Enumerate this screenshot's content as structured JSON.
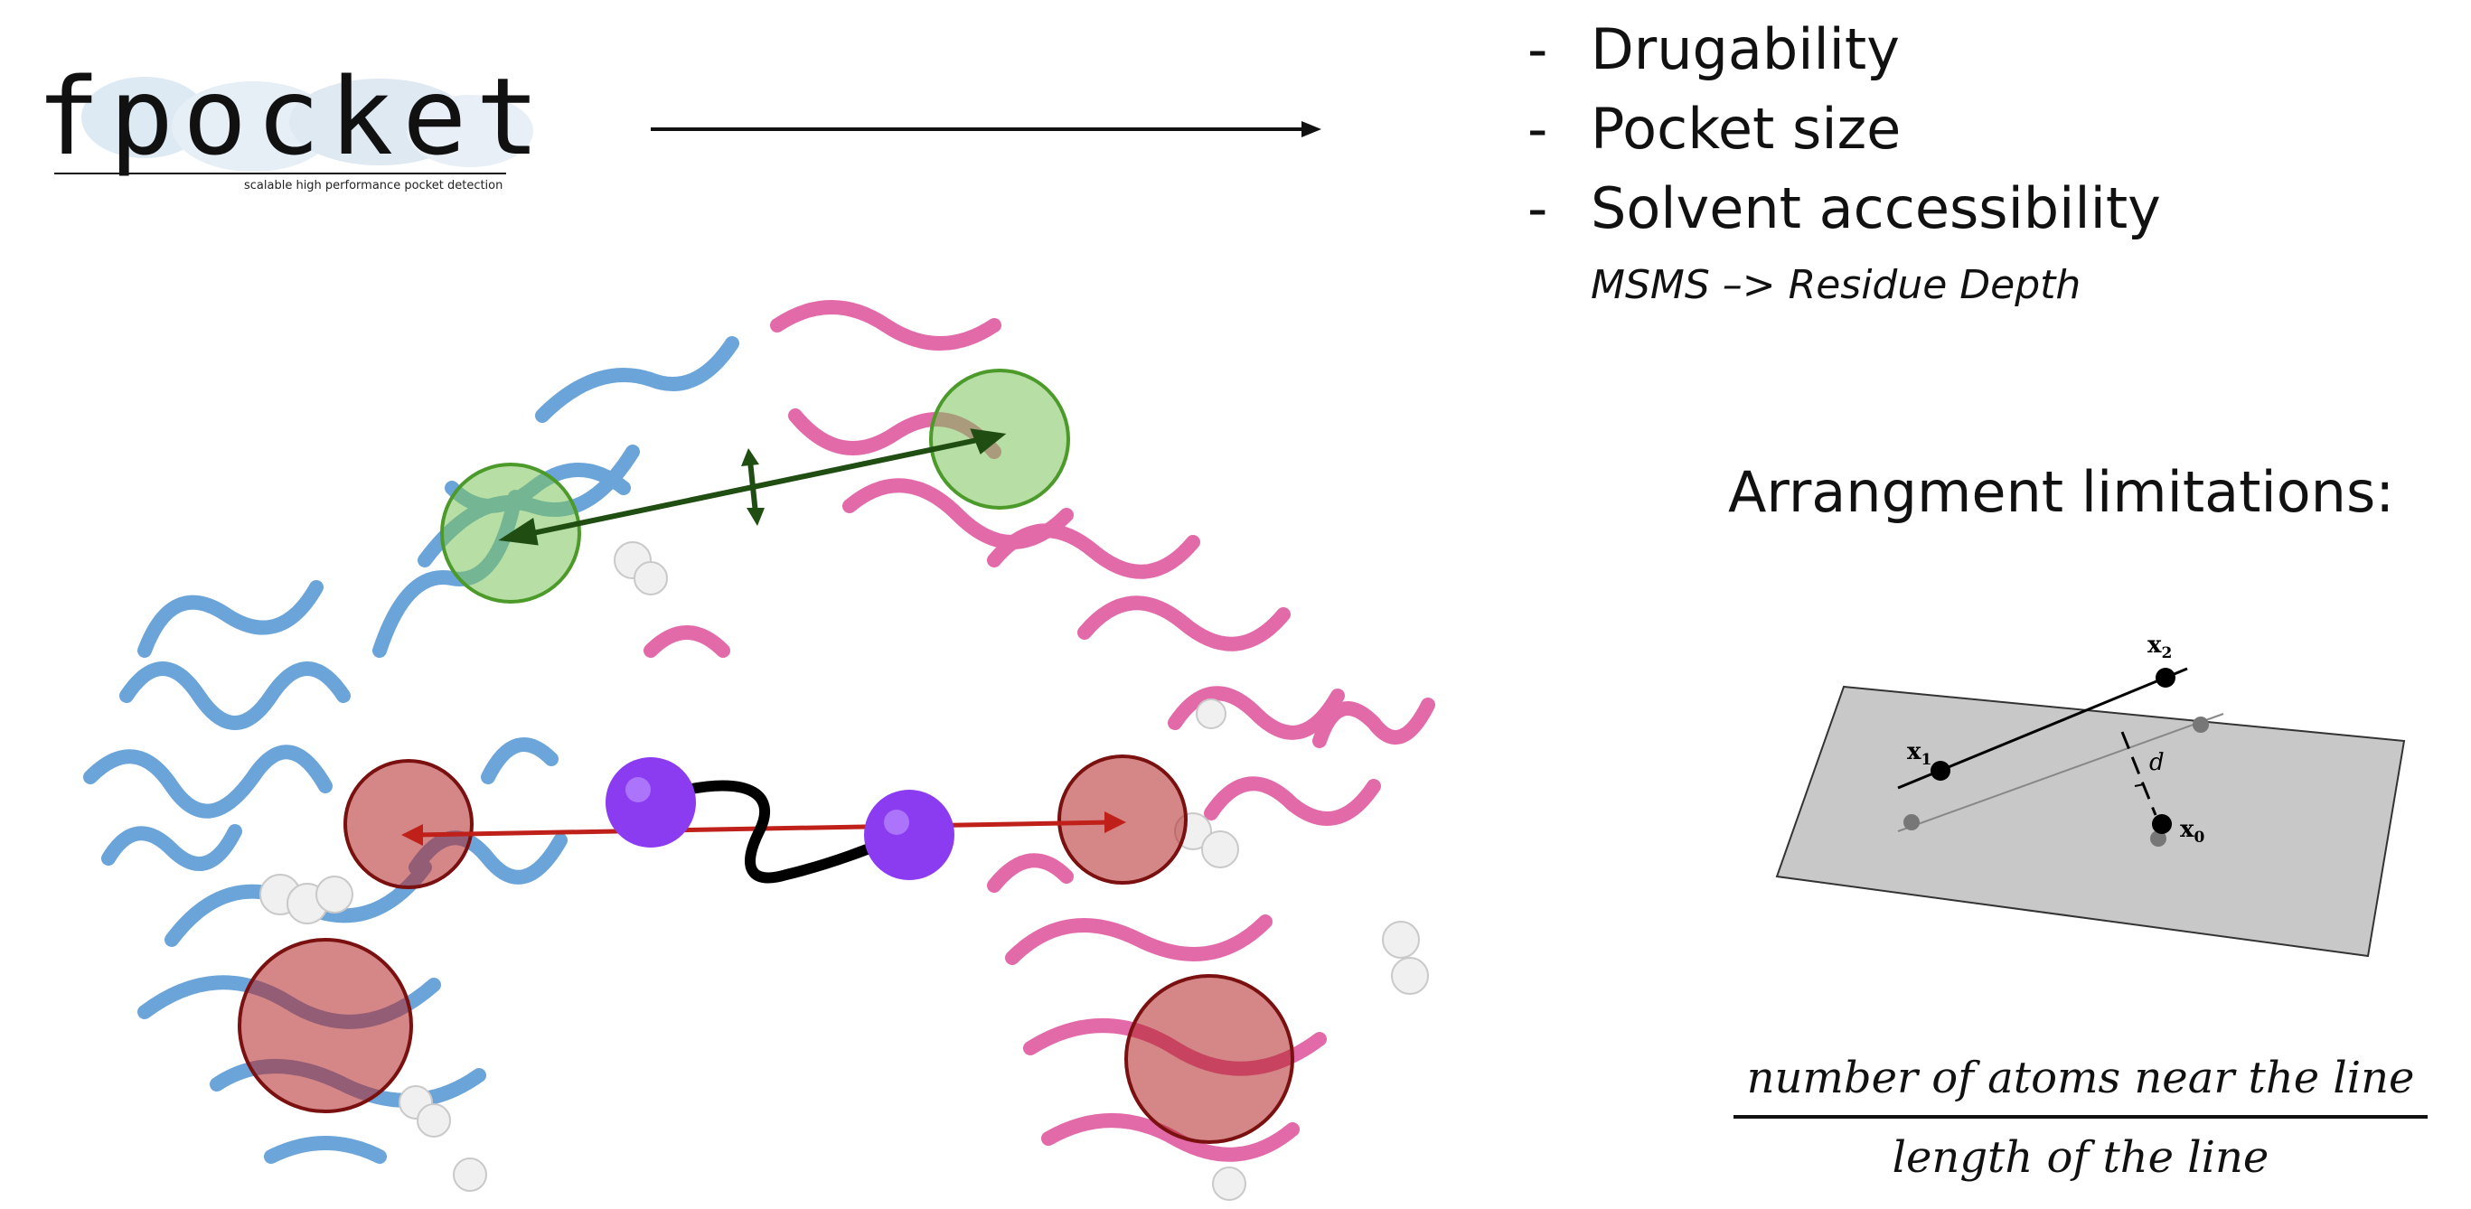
{
  "logo": {
    "word": "fpocket",
    "tagline": "scalable high performance pocket detection"
  },
  "bullets": [
    {
      "dash": "-",
      "text": "Drugability"
    },
    {
      "dash": "-",
      "text": "Pocket size"
    },
    {
      "dash": "-",
      "text": "Solvent accessibility"
    }
  ],
  "sub_note": "MSMS –> Residue Depth",
  "arrangement_title": "Arrangment limitations:",
  "geometry_labels": {
    "x1": "x",
    "x1_sub": "1",
    "x2": "x",
    "x2_sub": "2",
    "x0": "x",
    "x0_sub": "0",
    "d": "d"
  },
  "formula": {
    "numerator": "number of atoms near the line",
    "denominator": "length of the line"
  },
  "colors": {
    "protein_left": "#5b9bd5",
    "protein_right": "#e05aa0",
    "pocket_red": "#b22222",
    "pocket_green": "#7cc35a",
    "linker_atom": "#8b3cf0",
    "plane": "#c8c8c8"
  }
}
